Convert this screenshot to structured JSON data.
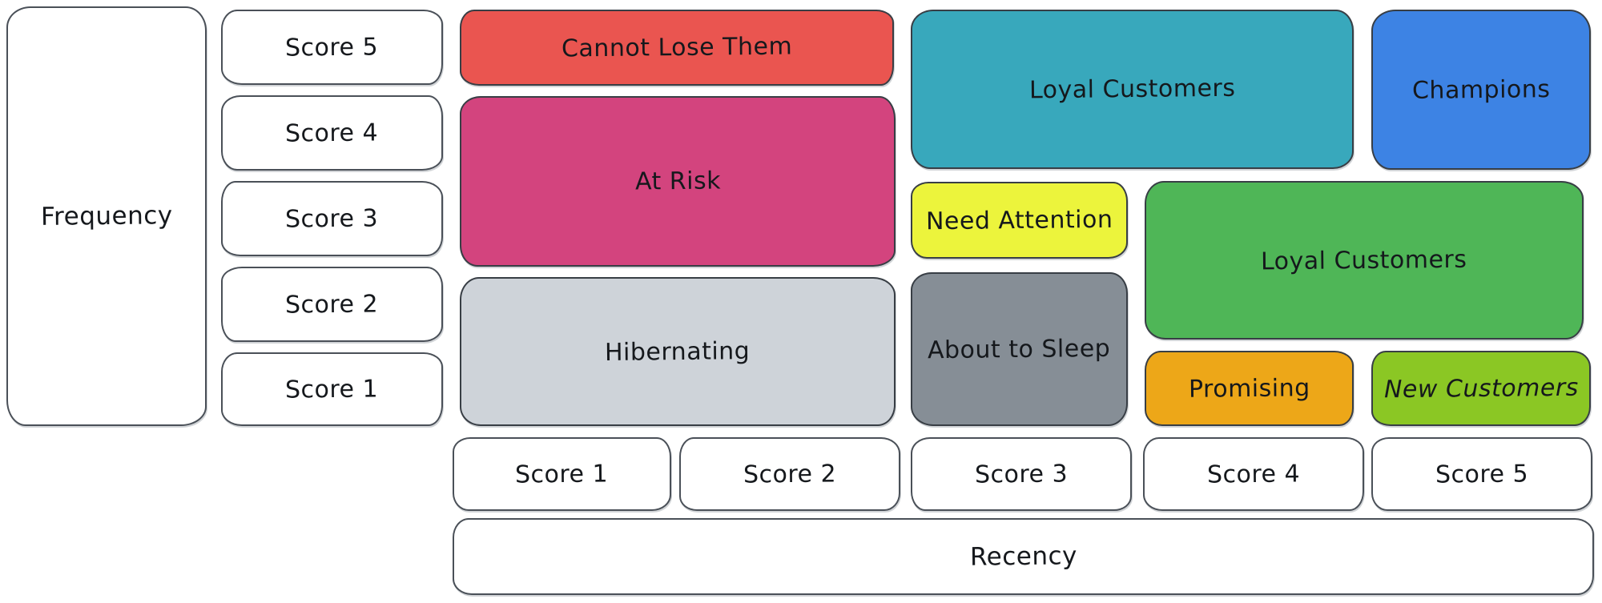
{
  "axes": {
    "frequency": {
      "label": "Frequency",
      "scores": [
        "Score 5",
        "Score 4",
        "Score 3",
        "Score 2",
        "Score 1"
      ]
    },
    "recency": {
      "label": "Recency",
      "scores": [
        "Score 1",
        "Score 2",
        "Score 3",
        "Score 4",
        "Score 5"
      ]
    }
  },
  "segments": [
    {
      "label": "Cannot Lose Them",
      "color": "#ea5550"
    },
    {
      "label": "At Risk",
      "color": "#d3447e"
    },
    {
      "label": "Hibernating",
      "color": "#ced3d9"
    },
    {
      "label": "Loyal Customers",
      "color": "#38a8bc"
    },
    {
      "label": "Champions",
      "color": "#3d83e4"
    },
    {
      "label": "Need Attention",
      "color": "#ecf43c"
    },
    {
      "label": "About to Sleep",
      "color": "#868e96"
    },
    {
      "label": "Loyal Customers",
      "color": "#4fb657"
    },
    {
      "label": "Promising",
      "color": "#eda718"
    },
    {
      "label": "New Customers",
      "color": "#8bc724"
    }
  ],
  "style": {
    "stroke_color": "#383e45",
    "background": "#ffffff",
    "text_color": "#15181c"
  }
}
